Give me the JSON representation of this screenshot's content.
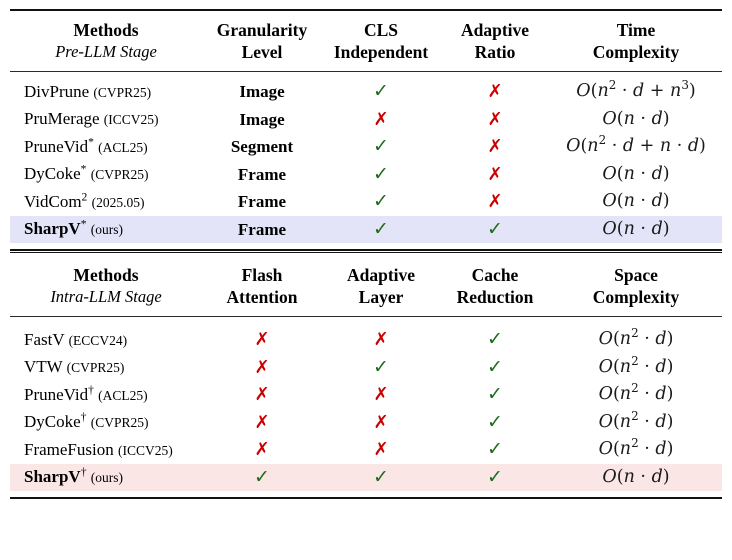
{
  "tables": [
    {
      "id": "pre-llm",
      "header": {
        "line1": [
          "Methods",
          "Granularity",
          "CLS",
          "Adaptive",
          "Time"
        ],
        "line2": [
          "Pre-LLM Stage",
          "Level",
          "Independent",
          "Ratio",
          "Complexity"
        ]
      },
      "rows": [
        {
          "method": "DivPrune",
          "method_sup": "",
          "venue": "(CVPR25)",
          "bold": false,
          "granularity": "Image",
          "cls_independent": "check",
          "adaptive_ratio": "cross",
          "complexity": "O(n² · d + n³)",
          "highlight": ""
        },
        {
          "method": "PruMerage",
          "method_sup": "",
          "venue": "(ICCV25)",
          "bold": false,
          "granularity": "Image",
          "cls_independent": "cross",
          "adaptive_ratio": "cross",
          "complexity": "O(n · d)",
          "highlight": ""
        },
        {
          "method": "PruneVid",
          "method_sup": "*",
          "venue": "(ACL25)",
          "bold": false,
          "granularity": "Segment",
          "cls_independent": "check",
          "adaptive_ratio": "cross",
          "complexity": "O(n² · d + n · d)",
          "highlight": ""
        },
        {
          "method": "DyCoke",
          "method_sup": "*",
          "venue": "(CVPR25)",
          "bold": false,
          "granularity": "Frame",
          "cls_independent": "check",
          "adaptive_ratio": "cross",
          "complexity": "O(n · d)",
          "highlight": ""
        },
        {
          "method": "VidCom",
          "method_sup": "2",
          "venue": "(2025.05)",
          "bold": false,
          "granularity": "Frame",
          "cls_independent": "check",
          "adaptive_ratio": "cross",
          "complexity": "O(n · d)",
          "highlight": ""
        },
        {
          "method": "SharpV",
          "method_sup": "*",
          "venue": "(ours)",
          "bold": true,
          "granularity": "Frame",
          "cls_independent": "check",
          "adaptive_ratio": "check",
          "complexity": "O(n · d)",
          "highlight": "lavender"
        }
      ]
    },
    {
      "id": "intra-llm",
      "header": {
        "line1": [
          "Methods",
          "Flash",
          "Adaptive",
          "Cache",
          "Space"
        ],
        "line2": [
          "Intra-LLM Stage",
          "Attention",
          "Layer",
          "Reduction",
          "Complexity"
        ]
      },
      "rows": [
        {
          "method": "FastV",
          "method_sup": "",
          "venue": "(ECCV24)",
          "bold": false,
          "flash_attention": "cross",
          "adaptive_layer": "cross",
          "cache_reduction": "check",
          "complexity": "O(n² · d)",
          "highlight": ""
        },
        {
          "method": "VTW",
          "method_sup": "",
          "venue": "(CVPR25)",
          "bold": false,
          "flash_attention": "cross",
          "adaptive_layer": "check",
          "cache_reduction": "check",
          "complexity": "O(n² · d)",
          "highlight": ""
        },
        {
          "method": "PruneVid",
          "method_sup": "†",
          "venue": "(ACL25)",
          "bold": false,
          "flash_attention": "cross",
          "adaptive_layer": "cross",
          "cache_reduction": "check",
          "complexity": "O(n² · d)",
          "highlight": ""
        },
        {
          "method": "DyCoke",
          "method_sup": "†",
          "venue": "(CVPR25)",
          "bold": false,
          "flash_attention": "cross",
          "adaptive_layer": "cross",
          "cache_reduction": "check",
          "complexity": "O(n² · d)",
          "highlight": ""
        },
        {
          "method": "FrameFusion",
          "method_sup": "",
          "venue": "(ICCV25)",
          "bold": false,
          "flash_attention": "cross",
          "adaptive_layer": "cross",
          "cache_reduction": "check",
          "complexity": "O(n² · d)",
          "highlight": ""
        },
        {
          "method": "SharpV",
          "method_sup": "†",
          "venue": "(ours)",
          "bold": true,
          "flash_attention": "check",
          "adaptive_layer": "check",
          "cache_reduction": "check",
          "complexity": "O(n · d)",
          "highlight": "pink"
        }
      ]
    }
  ],
  "symbols": {
    "check": "✓",
    "cross": "✗"
  },
  "colors": {
    "check": "#1d6b1b",
    "cross": "#cc0000",
    "highlight_lavender": "#e4e4f8",
    "highlight_pink": "#fbe6e6",
    "rule": "#121212"
  }
}
